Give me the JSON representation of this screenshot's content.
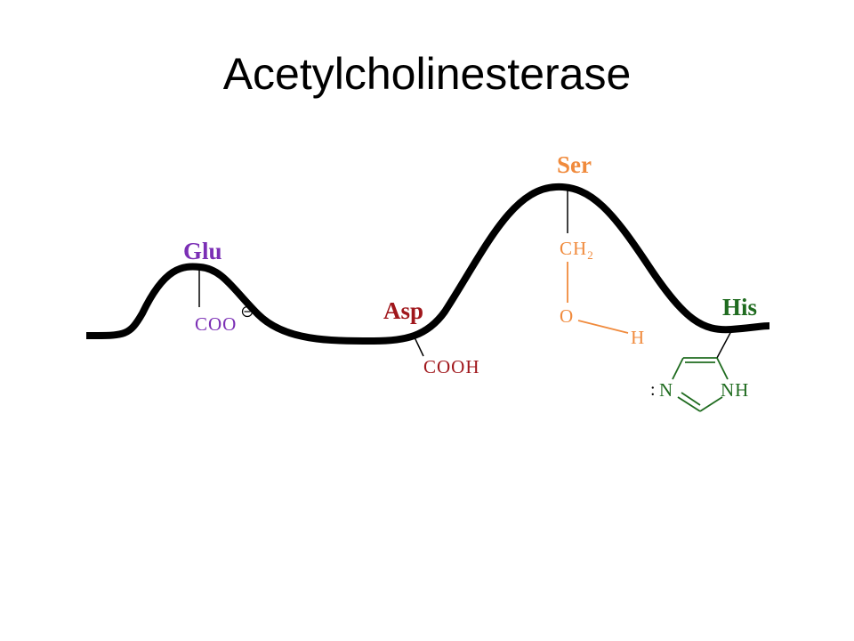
{
  "title": "Acetylcholinesterase",
  "colors": {
    "backbone": "#000000",
    "glu": "#7b2fb5",
    "asp": "#a0171c",
    "ser": "#f08a3c",
    "his": "#1f6b1f"
  },
  "residues": {
    "glu": {
      "name": "Glu",
      "group": "COO",
      "charge_icon": "minus-circle-icon"
    },
    "asp": {
      "name": "Asp",
      "group": "COOH"
    },
    "ser": {
      "name": "Ser",
      "ch": "CH",
      "ch_sub": "2",
      "oxygen": "O",
      "hydrogen": "H"
    },
    "his": {
      "name": "His",
      "n_left": "N",
      "nh": "NH",
      "lone_pair": ":"
    }
  }
}
